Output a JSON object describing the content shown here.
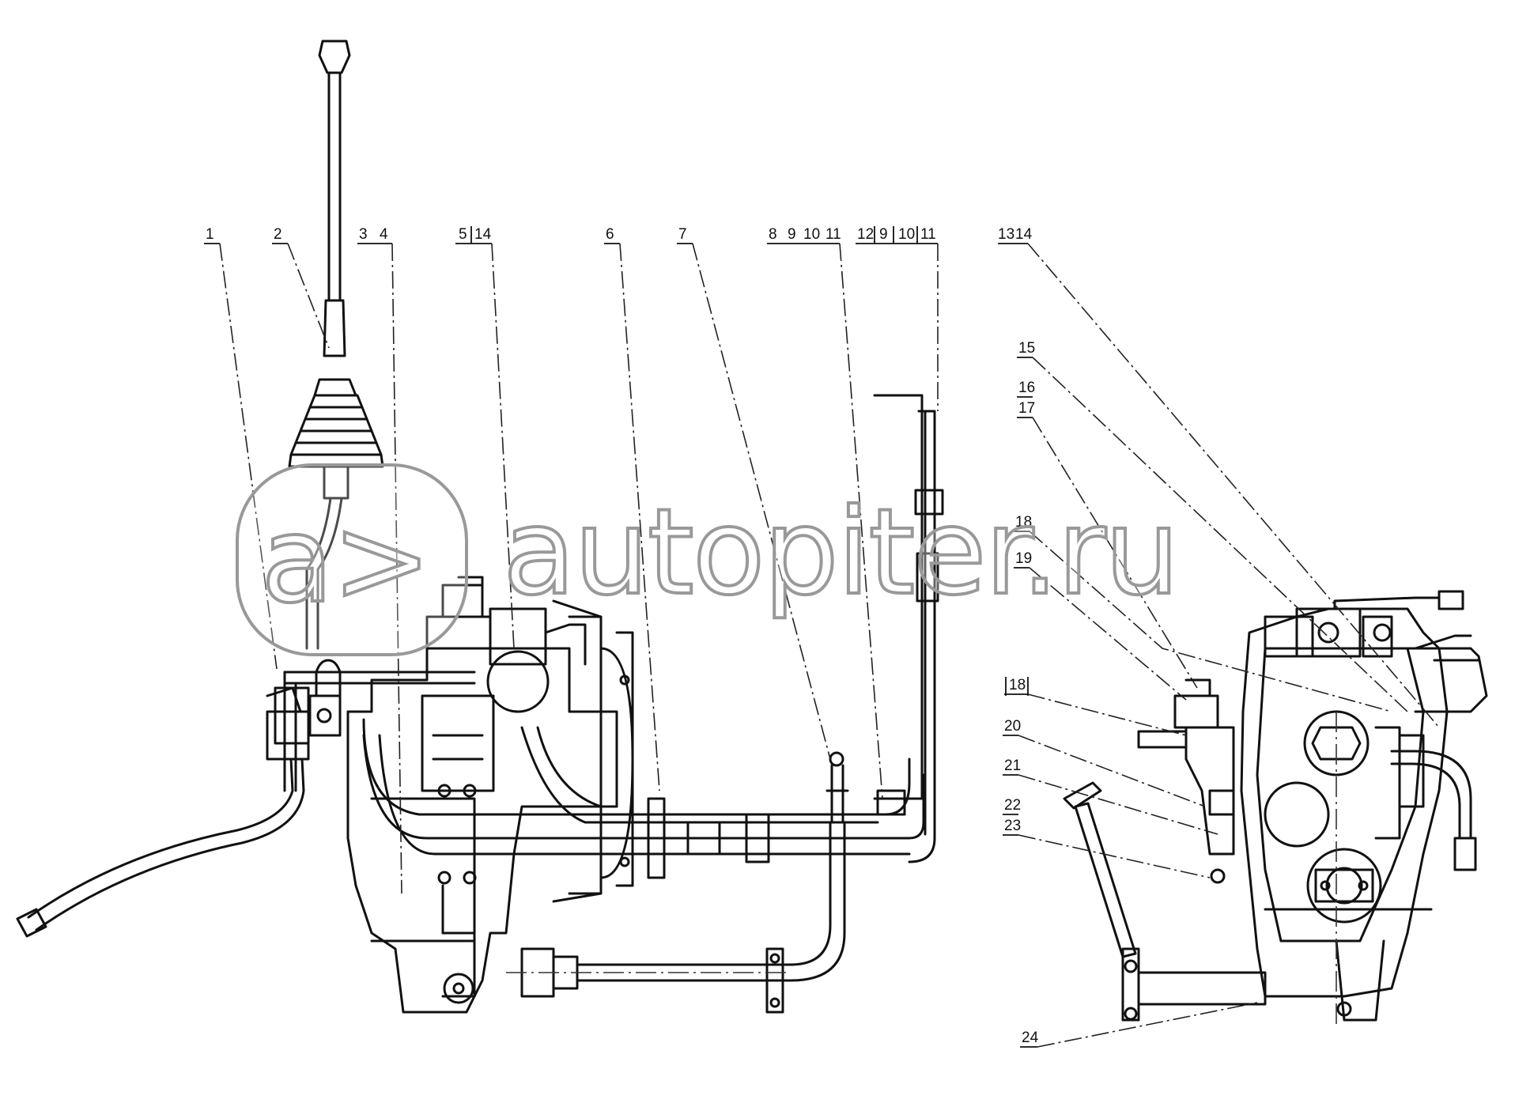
{
  "watermark": {
    "logo_glyph": "a>",
    "text": "autopiter.ru"
  },
  "callouts": [
    "1",
    "2",
    "3",
    "4",
    "5",
    "14",
    "6",
    "7",
    "8",
    "9",
    "10",
    "11",
    "12",
    "9",
    "10",
    "11",
    "13",
    "14",
    "15",
    "16",
    "17",
    "18",
    "19",
    "18",
    "20",
    "21",
    "22",
    "23",
    "24"
  ]
}
